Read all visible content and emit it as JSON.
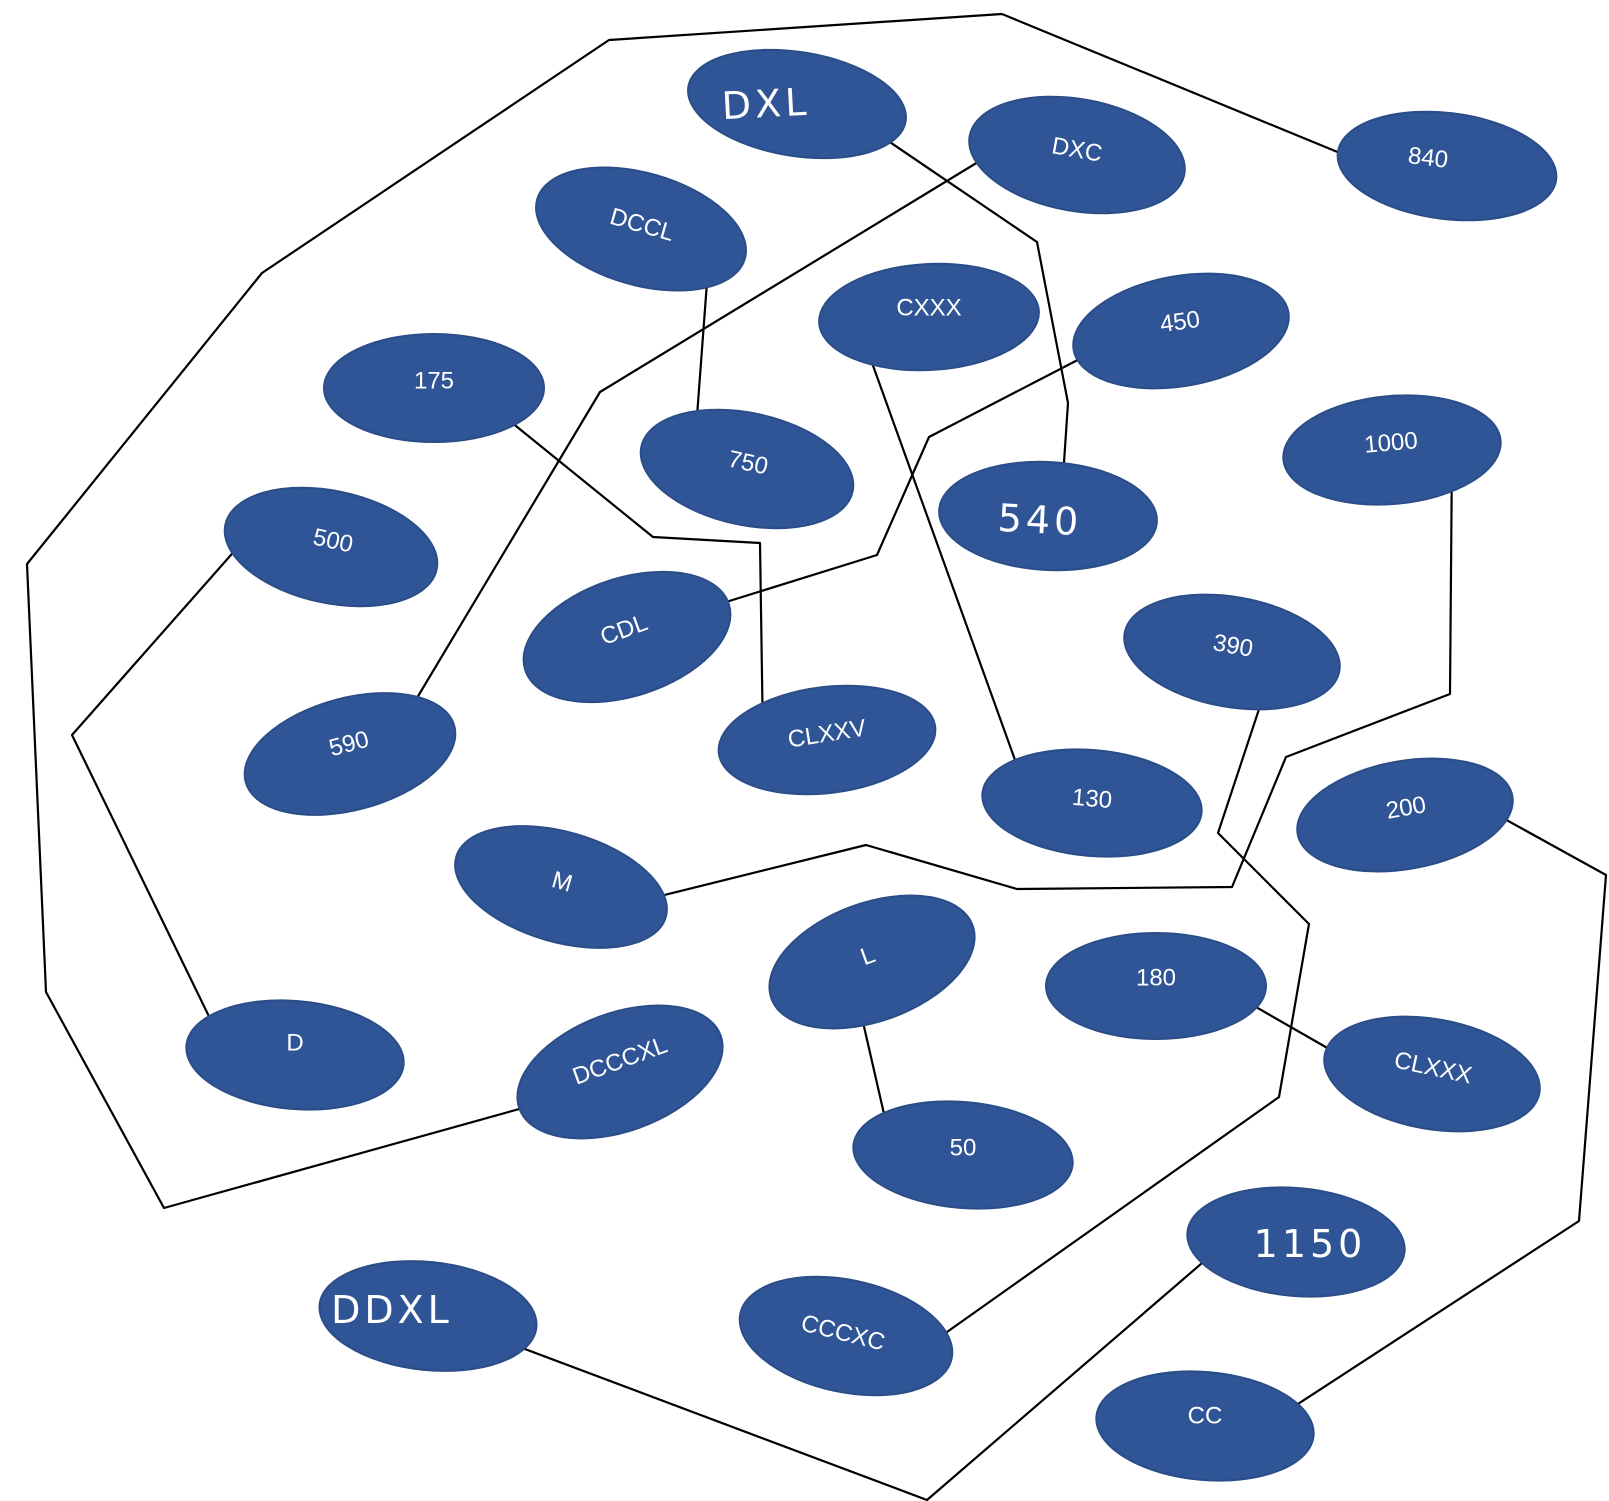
{
  "nodes": [
    {
      "id": "dxl",
      "label": "DXL"
    },
    {
      "id": "dxc",
      "label": "DXC"
    },
    {
      "id": "n840",
      "label": "840"
    },
    {
      "id": "dccl",
      "label": "DCCL"
    },
    {
      "id": "cxxx",
      "label": "CXXX"
    },
    {
      "id": "n450",
      "label": "450"
    },
    {
      "id": "n175",
      "label": "175"
    },
    {
      "id": "n750",
      "label": "750"
    },
    {
      "id": "n540",
      "label": "540"
    },
    {
      "id": "n1000",
      "label": "1000"
    },
    {
      "id": "n500",
      "label": "500"
    },
    {
      "id": "cdl",
      "label": "CDL"
    },
    {
      "id": "n390",
      "label": "390"
    },
    {
      "id": "n590",
      "label": "590"
    },
    {
      "id": "clxxv",
      "label": "CLXXV"
    },
    {
      "id": "n130",
      "label": "130"
    },
    {
      "id": "n200",
      "label": "200"
    },
    {
      "id": "m",
      "label": "M"
    },
    {
      "id": "l",
      "label": "L"
    },
    {
      "id": "n180",
      "label": "180"
    },
    {
      "id": "d",
      "label": "D"
    },
    {
      "id": "dcccxl",
      "label": "DCCCXL"
    },
    {
      "id": "clxxx",
      "label": "CLXXX"
    },
    {
      "id": "n50",
      "label": "50"
    },
    {
      "id": "n1150",
      "label": "1150"
    },
    {
      "id": "ddxl",
      "label": "DDXL"
    },
    {
      "id": "cccxc",
      "label": "CCCXC"
    },
    {
      "id": "cc",
      "label": "CC"
    }
  ],
  "connections": [
    {
      "from": "dxl",
      "to": "n540"
    },
    {
      "from": "dxc",
      "to": "n590"
    },
    {
      "from": "dccl",
      "to": "n750"
    },
    {
      "from": "cxxx",
      "to": "n130"
    },
    {
      "from": "n450",
      "to": "cdl"
    },
    {
      "from": "n175",
      "to": "clxxv"
    },
    {
      "from": "n500",
      "to": "d"
    },
    {
      "from": "n1000",
      "to": "m"
    },
    {
      "from": "n390",
      "to": "cccxc"
    },
    {
      "from": "n200",
      "to": "cc"
    },
    {
      "from": "l",
      "to": "n50"
    },
    {
      "from": "n180",
      "to": "clxxx"
    },
    {
      "from": "n1150",
      "to": "ddxl"
    },
    {
      "from": "dcccxl",
      "to": "n840"
    }
  ]
}
